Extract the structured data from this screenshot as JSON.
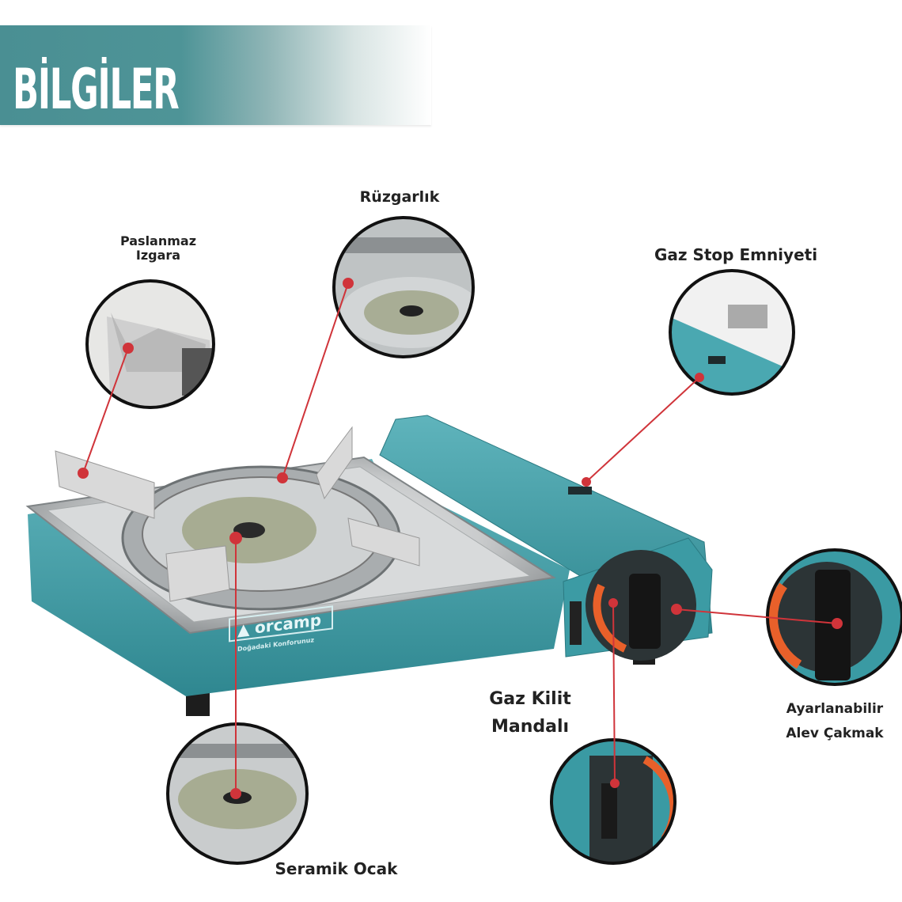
{
  "header": {
    "title": "BİLGİLER"
  },
  "labels": {
    "windshield": "Rüzgarlık",
    "grate_line1": "Paslanmaz",
    "grate_line2": "Izgara",
    "gas_stop": "Gaz Stop Emniyeti",
    "gas_lock_line1": "Gaz Kilit",
    "gas_lock_line2": "Mandalı",
    "igniter_line1": "Ayarlanabilir",
    "igniter_line2": "Alev Çakmak",
    "ceramic": "Seramik Ocak"
  },
  "brand": {
    "logo_text": "orcamp",
    "tagline": "Doğadaki Konforunuz"
  },
  "colors": {
    "banner": "#4e9497",
    "stove_body": "#3f9aa3",
    "pointer": "#d0343a",
    "knob_accent": "#e8602a"
  }
}
